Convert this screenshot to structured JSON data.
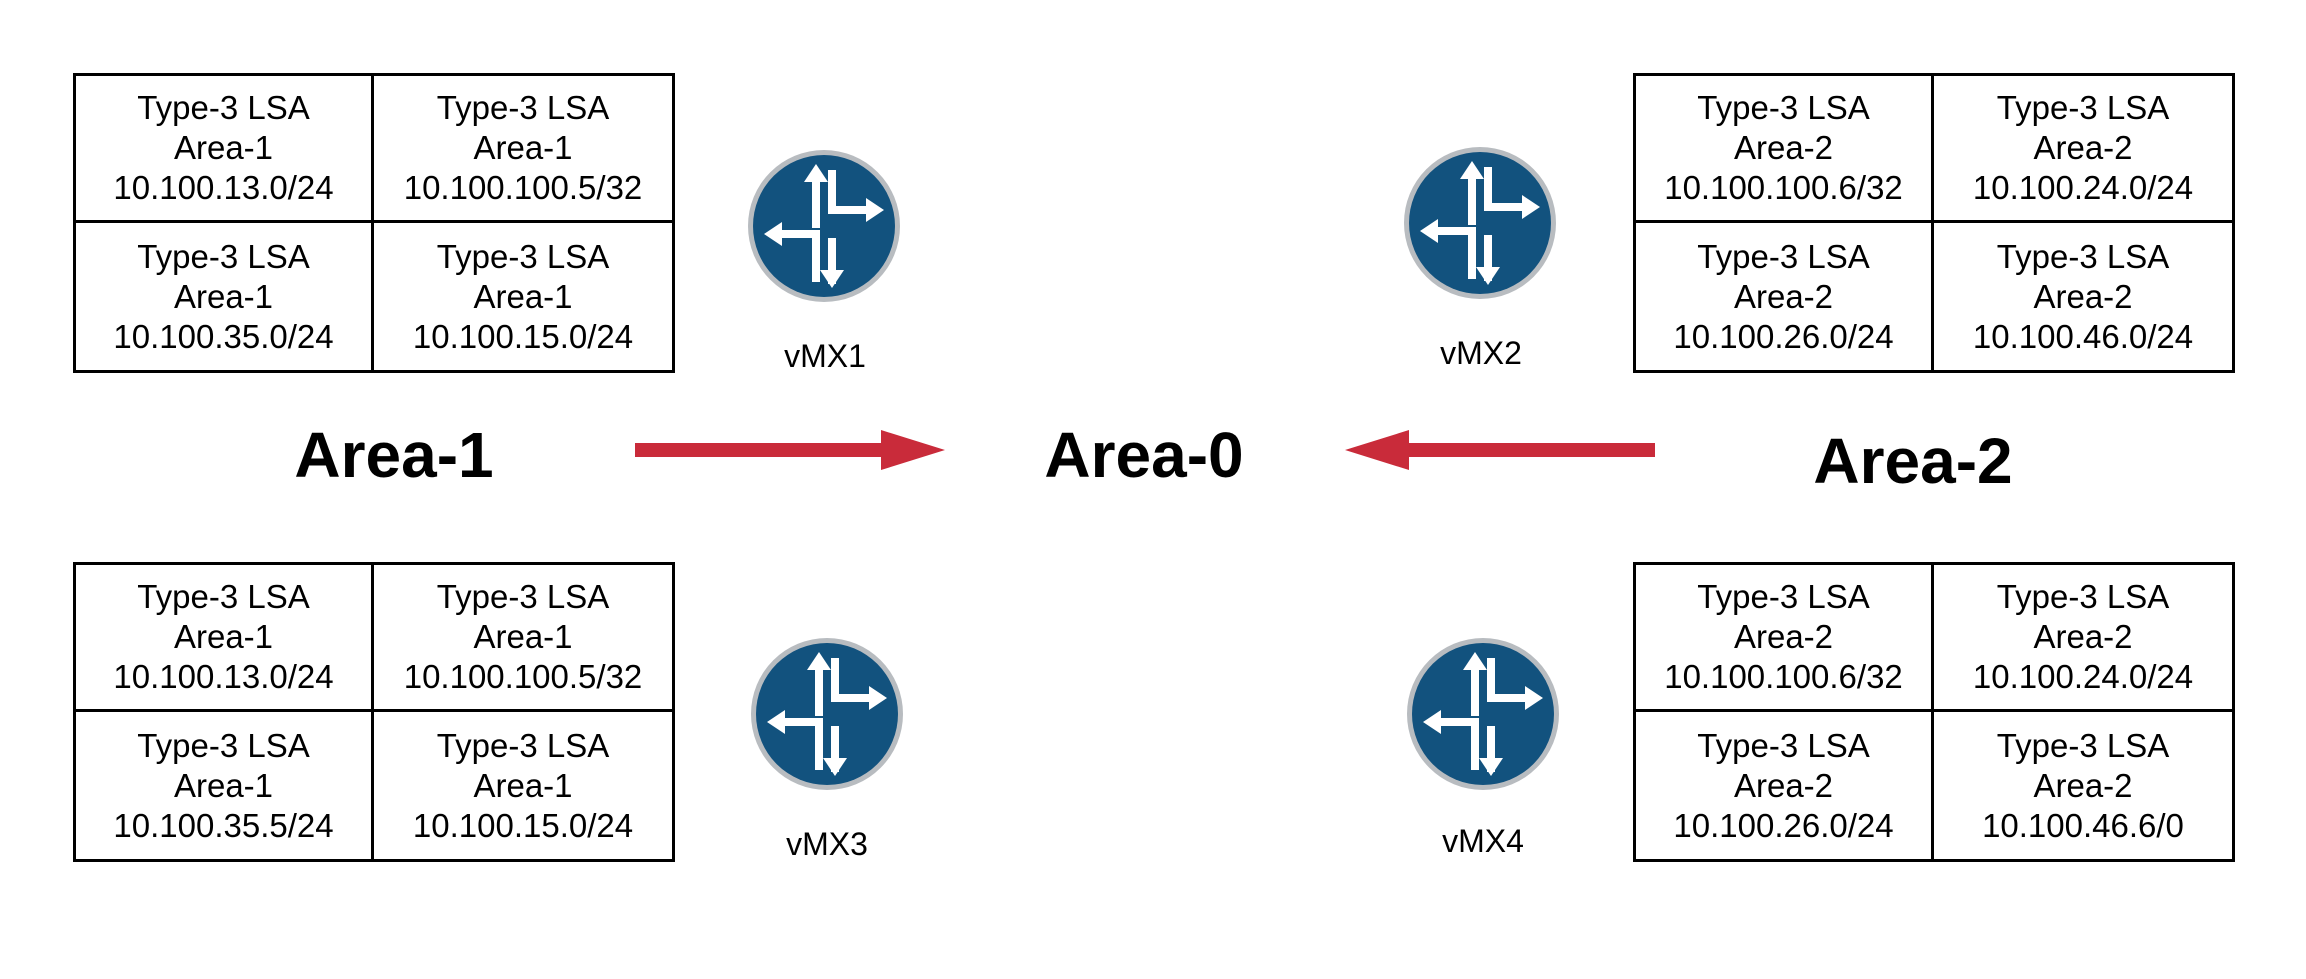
{
  "colors": {
    "router_fill": "#12527e",
    "router_ring": "#b8bcc0",
    "arrow": "#c92b3a"
  },
  "areas": {
    "area1": "Area-1",
    "area0": "Area-0",
    "area2": "Area-2"
  },
  "routers": [
    {
      "label": "vMX1",
      "icon": "router-icon"
    },
    {
      "label": "vMX2",
      "icon": "router-icon"
    },
    {
      "label": "vMX3",
      "icon": "router-icon"
    },
    {
      "label": "vMX4",
      "icon": "router-icon"
    }
  ],
  "tables": {
    "area1_top": [
      {
        "type": "Type-3 LSA",
        "area": "Area-1",
        "prefix": "10.100.13.0/24"
      },
      {
        "type": "Type-3 LSA",
        "area": "Area-1",
        "prefix": "10.100.100.5/32"
      },
      {
        "type": "Type-3 LSA",
        "area": "Area-1",
        "prefix": "10.100.35.0/24"
      },
      {
        "type": "Type-3 LSA",
        "area": "Area-1",
        "prefix": "10.100.15.0/24"
      }
    ],
    "area1_bottom": [
      {
        "type": "Type-3 LSA",
        "area": "Area-1",
        "prefix": "10.100.13.0/24"
      },
      {
        "type": "Type-3 LSA",
        "area": "Area-1",
        "prefix": "10.100.100.5/32"
      },
      {
        "type": "Type-3 LSA",
        "area": "Area-1",
        "prefix": "10.100.35.5/24"
      },
      {
        "type": "Type-3 LSA",
        "area": "Area-1",
        "prefix": "10.100.15.0/24"
      }
    ],
    "area2_top": [
      {
        "type": "Type-3 LSA",
        "area": "Area-2",
        "prefix": "10.100.100.6/32"
      },
      {
        "type": "Type-3 LSA",
        "area": "Area-2",
        "prefix": "10.100.24.0/24"
      },
      {
        "type": "Type-3 LSA",
        "area": "Area-2",
        "prefix": "10.100.26.0/24"
      },
      {
        "type": "Type-3 LSA",
        "area": "Area-2",
        "prefix": "10.100.46.0/24"
      }
    ],
    "area2_bottom": [
      {
        "type": "Type-3 LSA",
        "area": "Area-2",
        "prefix": "10.100.100.6/32"
      },
      {
        "type": "Type-3 LSA",
        "area": "Area-2",
        "prefix": "10.100.24.0/24"
      },
      {
        "type": "Type-3 LSA",
        "area": "Area-2",
        "prefix": "10.100.26.0/24"
      },
      {
        "type": "Type-3 LSA",
        "area": "Area-2",
        "prefix": "10.100.46.6/0"
      }
    ]
  }
}
